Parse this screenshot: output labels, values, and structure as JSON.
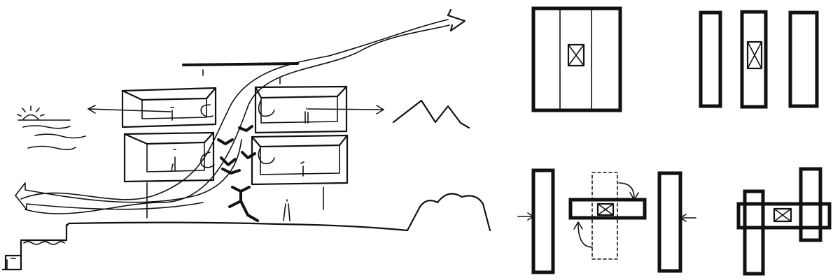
{
  "sheet": {
    "type": "hand-drawn architectural concept sketch",
    "ink_color": "#111111",
    "background_color": "#ffffff",
    "text": []
  },
  "section_sketch": {
    "elements": [
      "sunset-over-sea",
      "mountains",
      "hills",
      "two-volume-building",
      "airflow-arrows",
      "people-figures",
      "terrain-line",
      "pool"
    ]
  },
  "plan_diagrams": {
    "top": [
      "single-block-plan",
      "split-block-plan"
    ],
    "bottom": [
      "shifted-block-plan",
      "cross-block-plan"
    ]
  }
}
